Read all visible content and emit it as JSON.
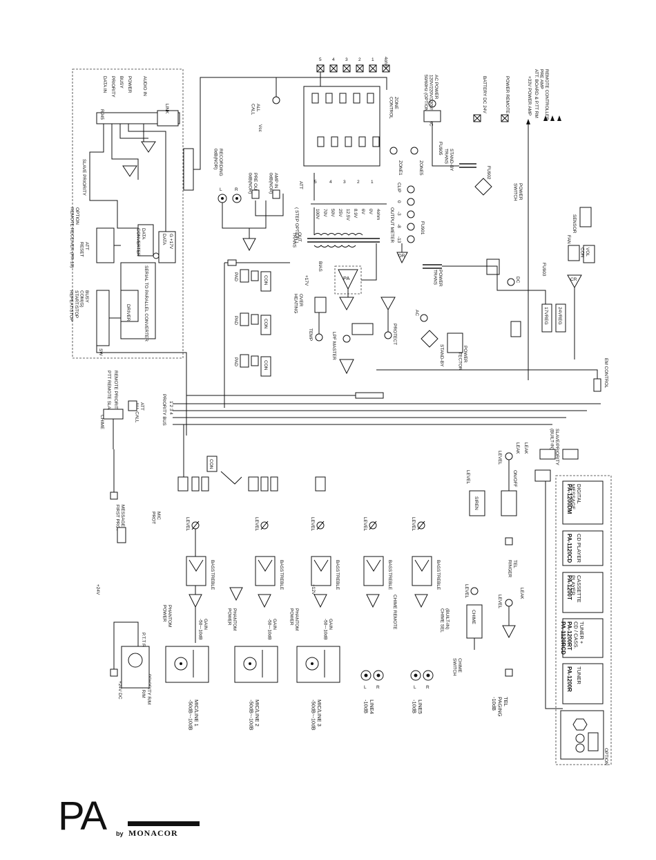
{
  "brand": {
    "logo_text": "PA",
    "by": "by",
    "maker": "MONACOR"
  },
  "labels": {
    "option_remote": "OPTION\nREMOTE RECEIVER (PR-10)",
    "rj45": "RJ45",
    "link": "LINK",
    "data_in": "DATA IN",
    "priority": "PRIORITY",
    "busy": "BUSY",
    "power": "POWER",
    "audio_in": "AUDIO IN",
    "slave_priority_top": "SLAVE PRIORITY",
    "data_converter": "DATA\nCONVERTER",
    "serial_to_parallel": "SERIAL TO PARALLEL CONVERTER",
    "driver": "DRIVER",
    "remote_status": "BUSY\nCOM(G)\nSTART/STOP\nREPEAT/STOP",
    "att_reset": "ATT\nRESET",
    "g17": "G +17V",
    "data": "DATA",
    "sw": "SW",
    "vcc": "Vcc",
    "all_call": "ALL\nCALL",
    "recording": "RECORDING\n0dB(NOR)",
    "pre_out": "PRE OUT\n0dB(NOR)",
    "amp_in": "AMP IN\n0dB(NOR)",
    "step_option": "( STEP OPTION )",
    "att": "ATT",
    "zone1": "ZONE1",
    "zone5": "ZONE5",
    "zone_control": "ZONE\nCONTROL",
    "clip": "CLIP",
    "output_meter": "OUTPUT METER",
    "out_trans": "OUT\nTRANS",
    "pa": "PA",
    "bias": "BIAS",
    "plus17v": "+17V",
    "over_heating": "OVER\nHEATING",
    "temp": "TEMP",
    "protect": "PROTECT",
    "lpf_master": "LPF MASTER",
    "pad": "PAD",
    "con": "CON",
    "ac_power": "AC POWER\n120V/220V/230V/240VAC\n50/60Hz (OPTION)",
    "battery_dc": "BATTERY DC 24V",
    "power_remote": "POWER REMOTE",
    "v33": "+33V POWER AMP",
    "remote_controller": "REMOTE CONTROLLER\nPRE AMP\nATT. BOARD & P.TT RM",
    "fu905": "FU905",
    "fu902": "FU902",
    "fu901": "FU901",
    "fu903": "FU903",
    "standby_trans": "STAND-BY\nTRANS",
    "power_trans": "POWER\nTRANS",
    "power_switch": "POWER\nSWITCH",
    "stand_by": "STAND-BY",
    "power_detector": "POWER\nDETECTOR",
    "ac": "AC",
    "dc": "DC",
    "reg17": "17VREG",
    "reg24": "24VREG",
    "fan": "FAN",
    "sensor": "SENSOR",
    "vol_con": "VOL\nCON",
    "cr": "CR",
    "em_control": "EM CONTROL",
    "priority_bus": "PRIORITY BUS",
    "bus_nums": "1  2  3  4",
    "chime": "CHIME",
    "ptt_remote_slave": "PTT REMOTE SLAVE",
    "remote_priority": "REMOTE PRIORITY",
    "att_allcall": "ATT\nALL CALL",
    "slave_priority_builtin": "SLAVE/PRIORITY\n(BUILT-IN)",
    "leak": "LEAK",
    "level": "LEVEL",
    "on_off": "ON/OFF",
    "siren": "SIREN",
    "tel_ringer": "TEL\nRINGER",
    "mic_prot": "MIC\nPROT",
    "bass": "BASS",
    "treble": "TREBLE",
    "message_first_prot": "MESSAGE\nFIRST PROT",
    "plus24v": "+24V",
    "plus12v": "+12V",
    "phantom_power": "PHANTOM\nPOWER",
    "gain": "GAIN\n-50~-10dB",
    "chime_remote": "CHIME REMOTE",
    "built_in_chime_sel": "(BUILT-IN)\nCHIME SEL",
    "chime_switch": "CHIME\nSWITCH",
    "ptt_rm": "P.T.T RM",
    "chime_rm": "CHIME R/M",
    "priority_rm": "PRIORITY R/M",
    "plus24v_dc": "+24V DC",
    "mic_line1": "MIC/LINE 1\n-50dB~-10dB",
    "mic_line2": "MIC/LINE 2\n-50dB~-10dB",
    "mic_line3": "MIC/LINE 3\n-50dB~-10dB",
    "line4": "LINE4\n-10dB",
    "line5": "LINE5\n-10dB",
    "tel_paging": "TEL\nPAGING\n-10dB",
    "option": "OPTION",
    "ohm4": "4ohm",
    "taps": [
      "100V",
      "70V",
      "50V",
      "25V",
      "12.5V",
      "8.9V",
      "6V",
      "0V",
      "4ohm"
    ],
    "meter_db": [
      "0",
      "-3",
      "-8",
      "-13"
    ],
    "zones": [
      "5",
      "4",
      "3",
      "2",
      "1"
    ],
    "zone_terms": [
      "5",
      "4",
      "3",
      "2",
      "1"
    ],
    "L": "L",
    "R": "R"
  },
  "modules": [
    {
      "model": "PA-1200DM",
      "name": "DIGITAL\nMESSAGE"
    },
    {
      "model": "PA-1120CD",
      "name": "CD PLAYER"
    },
    {
      "model": "PA-1200T",
      "name": "CASSETTE\nPLAYER"
    },
    {
      "model": "PA-1200RT\nPA-1120RCD",
      "name": "TUNER +\nCD / CASS."
    },
    {
      "model": "PA-1200R",
      "name": "TUNER"
    }
  ],
  "colors": {
    "ink": "#111111",
    "paper": "#ffffff"
  }
}
